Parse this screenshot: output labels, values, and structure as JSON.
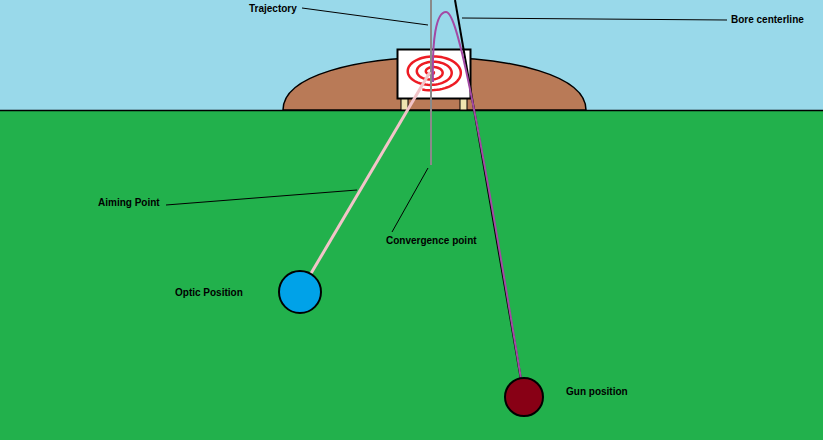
{
  "diagram": {
    "labels": [
      "Trajectory",
      "Bore centerline",
      "Aiming Point",
      "Convergence point",
      "Optic Position",
      "Gun position"
    ]
  }
}
